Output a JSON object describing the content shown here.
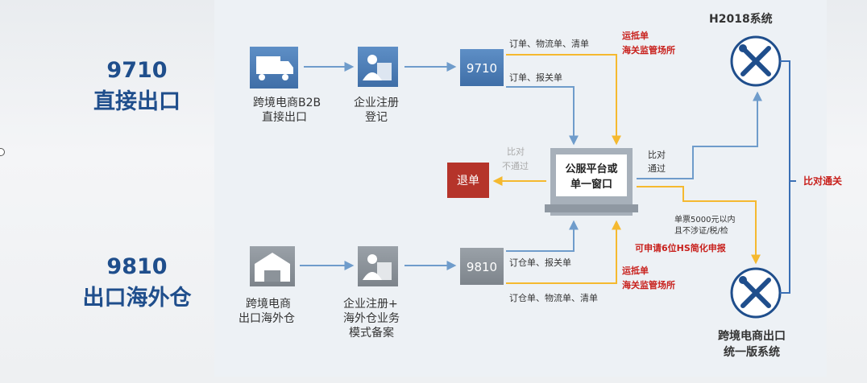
{
  "left": {
    "top_code": "9710",
    "top_label": "直接出口",
    "bottom_code": "9810",
    "bottom_label": "出口海外仓"
  },
  "diagram": {
    "top_row": {
      "source_line1": "跨境电商B2B",
      "source_line2": "直接出口",
      "register_line1": "企业注册",
      "register_line2": "登记",
      "code_box": "9710",
      "docs_upper": "订单、物流单、清单",
      "docs_lower": "订单、报关单",
      "arrival_line1": "运抵单",
      "arrival_line2": "海关监管场所"
    },
    "bottom_row": {
      "source_line1": "跨境电商",
      "source_line2": "出口海外仓",
      "register_line1": "企业注册+",
      "register_line2": "海外仓业务",
      "register_line3": "模式备案",
      "code_box": "9810",
      "docs_upper": "订仓单、报关单",
      "docs_lower": "订仓单、物流单、清单",
      "arrival_line1": "运抵单",
      "arrival_line2": "海关监管场所"
    },
    "center": {
      "platform_line1": "公服平台或",
      "platform_line2": "单一窗口",
      "reject": "退单",
      "fail_line1": "比对",
      "fail_line2": "不通过",
      "pass_line1": "比对",
      "pass_line2": "通过"
    },
    "right": {
      "h2018": "H2018系统",
      "unified_line1": "跨境电商出口",
      "unified_line2": "统一版系统",
      "compare_clear": "比对通关",
      "threshold_line1": "单票5000元以内",
      "threshold_line2": "且不涉证/税/检",
      "simplified": "可申请6位HS简化申报"
    },
    "colors": {
      "blue_arrow": "#6f9ccb",
      "yellow_arrow": "#f5b92f",
      "red_text": "#c8201c",
      "navy": "#1f4e8c"
    }
  }
}
